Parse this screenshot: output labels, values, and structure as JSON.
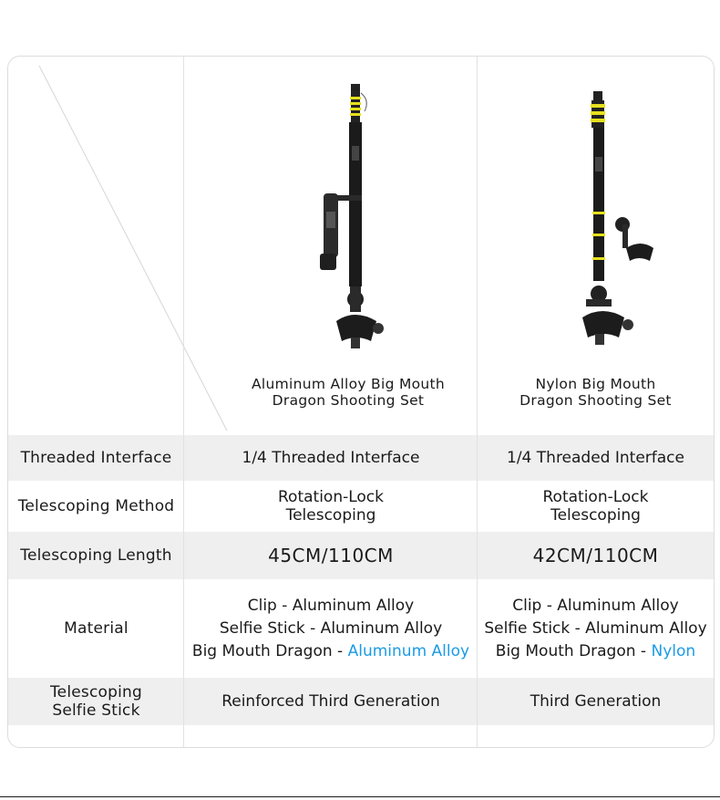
{
  "products": [
    {
      "name_line1": "Aluminum Alloy Big Mouth",
      "name_line2": "Dragon Shooting Set"
    },
    {
      "name_line1": "Nylon Big Mouth",
      "name_line2": "Dragon Shooting Set"
    }
  ],
  "rows": [
    {
      "label": "Threaded Interface",
      "p1": "1/4 Threaded Interface",
      "p2": "1/4 Threaded Interface"
    },
    {
      "label": "Telescoping Method",
      "p1_line1": "Rotation-Lock",
      "p1_line2": "Telescoping",
      "p2_line1": "Rotation-Lock",
      "p2_line2": "Telescoping"
    },
    {
      "label": "Telescoping Length",
      "p1": "45CM/110CM",
      "p2": "42CM/110CM"
    },
    {
      "label": "Material",
      "p1_line1": "Clip - Aluminum Alloy",
      "p1_line2": "Selfie Stick - Aluminum Alloy",
      "p1_line3_prefix": "Big Mouth Dragon - ",
      "p1_line3_highlight": "Aluminum Alloy",
      "p2_line1": "Clip - Aluminum Alloy",
      "p2_line2": "Selfie Stick - Aluminum Alloy",
      "p2_line3_prefix": "Big Mouth Dragon - ",
      "p2_line3_highlight": "Nylon"
    },
    {
      "label_line1": "Telescoping",
      "label_line2": "Selfie Stick",
      "p1": "Reinforced Third Generation",
      "p2": "Third Generation"
    }
  ],
  "colors": {
    "accent": "#1a9be6",
    "shade": "#efefef",
    "stripe": "#e6e01e"
  },
  "icons": [
    "aluminum-selfie-stick-kit",
    "nylon-selfie-stick-kit"
  ]
}
